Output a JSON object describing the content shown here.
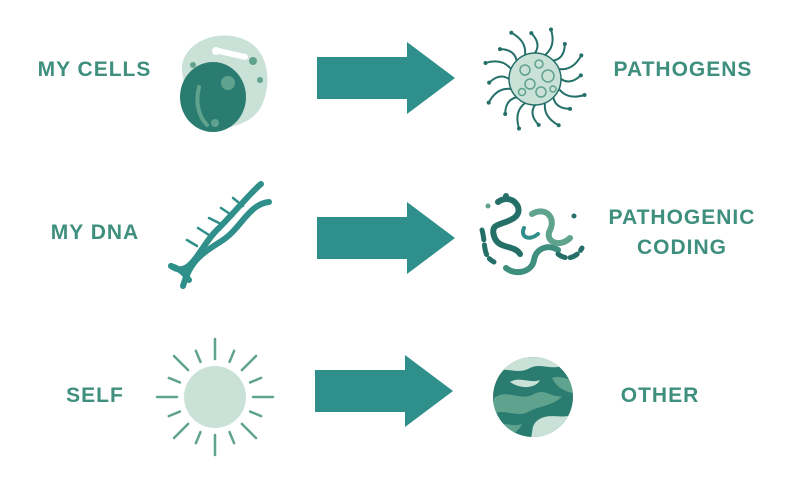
{
  "colors": {
    "teal": "#2f8f8a",
    "dark_teal": "#256f69",
    "label_green": "#3f8f7e",
    "pale_green": "#c9e1d6",
    "mid_green": "#5fa38f"
  },
  "rows": [
    {
      "left_label": "MY CELLS",
      "left_icon": "cell-icon",
      "right_icon": "virus-icon",
      "right_label_lines": [
        "PATHOGENS"
      ]
    },
    {
      "left_label": "MY DNA",
      "left_icon": "dna-helix-icon",
      "right_icon": "pathogen-strands-icon",
      "right_label_lines": [
        "PATHOGENIC",
        "CODING"
      ]
    },
    {
      "left_label": "SELF",
      "left_icon": "sun-icon",
      "right_icon": "camouflage-sphere-icon",
      "right_label_lines": [
        "OTHER"
      ]
    }
  ]
}
